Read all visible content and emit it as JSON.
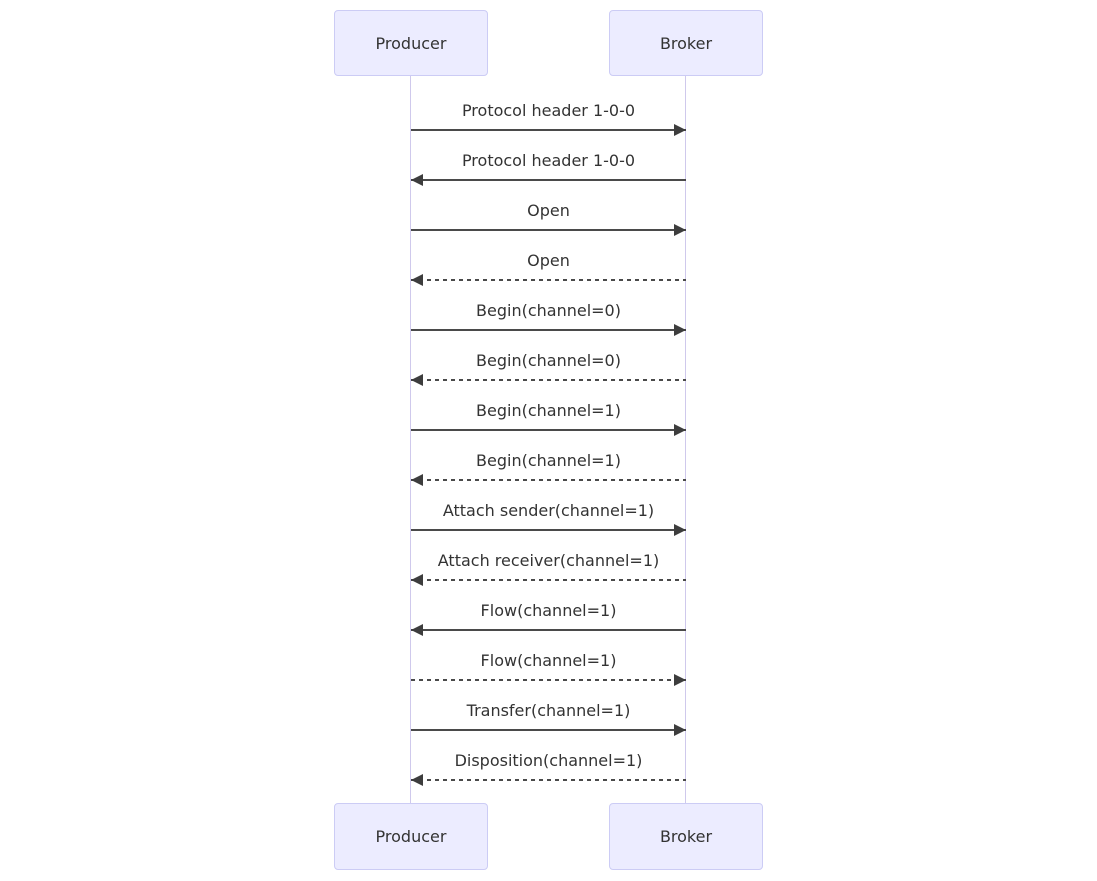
{
  "diagram": {
    "type": "sequence",
    "actors": [
      {
        "id": "producer",
        "label": "Producer"
      },
      {
        "id": "broker",
        "label": "Broker"
      }
    ],
    "messages": [
      {
        "label": "Protocol header 1-0-0",
        "from": "Producer",
        "to": "Broker",
        "direction": "right",
        "line": "solid"
      },
      {
        "label": "Protocol header 1-0-0",
        "from": "Broker",
        "to": "Producer",
        "direction": "left",
        "line": "solid"
      },
      {
        "label": "Open",
        "from": "Producer",
        "to": "Broker",
        "direction": "right",
        "line": "solid"
      },
      {
        "label": "Open",
        "from": "Broker",
        "to": "Producer",
        "direction": "left",
        "line": "dashed"
      },
      {
        "label": "Begin(channel=0)",
        "from": "Producer",
        "to": "Broker",
        "direction": "right",
        "line": "solid"
      },
      {
        "label": "Begin(channel=0)",
        "from": "Broker",
        "to": "Producer",
        "direction": "left",
        "line": "dashed"
      },
      {
        "label": "Begin(channel=1)",
        "from": "Producer",
        "to": "Broker",
        "direction": "right",
        "line": "solid"
      },
      {
        "label": "Begin(channel=1)",
        "from": "Broker",
        "to": "Producer",
        "direction": "left",
        "line": "dashed"
      },
      {
        "label": "Attach sender(channel=1)",
        "from": "Producer",
        "to": "Broker",
        "direction": "right",
        "line": "solid"
      },
      {
        "label": "Attach receiver(channel=1)",
        "from": "Broker",
        "to": "Producer",
        "direction": "left",
        "line": "dashed"
      },
      {
        "label": "Flow(channel=1)",
        "from": "Broker",
        "to": "Producer",
        "direction": "left",
        "line": "solid"
      },
      {
        "label": "Flow(channel=1)",
        "from": "Producer",
        "to": "Broker",
        "direction": "right",
        "line": "dashed"
      },
      {
        "label": "Transfer(channel=1)",
        "from": "Producer",
        "to": "Broker",
        "direction": "right",
        "line": "solid"
      },
      {
        "label": "Disposition(channel=1)",
        "from": "Broker",
        "to": "Producer",
        "direction": "left",
        "line": "dashed"
      }
    ],
    "colors": {
      "actor_fill": "#ECECFF",
      "actor_border": "#CCCCF5",
      "lifeline": "#CFC9EC",
      "message_line": "#4A4A4A",
      "arrowhead": "#3D3D3D",
      "text": "#333333",
      "background": "#FFFFFF"
    }
  }
}
